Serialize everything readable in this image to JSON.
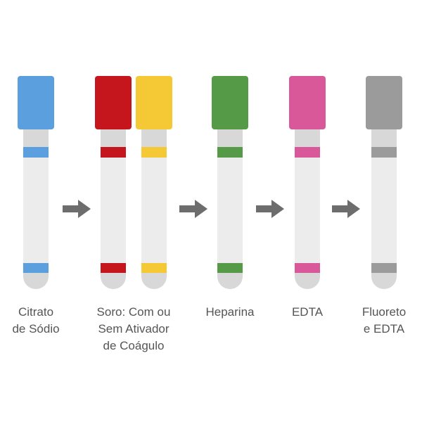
{
  "tubes": [
    {
      "id": "citrato",
      "color": "#5b9fdf"
    },
    {
      "id": "soro-vermelho",
      "color": "#c4161c"
    },
    {
      "id": "soro-amarelo",
      "color": "#f4c935"
    },
    {
      "id": "heparina",
      "color": "#559a47"
    },
    {
      "id": "edta",
      "color": "#d9589a"
    },
    {
      "id": "fluoreto",
      "color": "#9b9b9b"
    }
  ],
  "arrow_color": "#6d6d6d",
  "labels": {
    "citrato": [
      "Citrato",
      "de Sódio"
    ],
    "soro": [
      "Soro: Com ou",
      "Sem Ativador",
      "de Coágulo"
    ],
    "heparina": [
      "Heparina"
    ],
    "edta": [
      "EDTA"
    ],
    "fluoreto": [
      "Fluoreto",
      "e EDTA"
    ]
  }
}
